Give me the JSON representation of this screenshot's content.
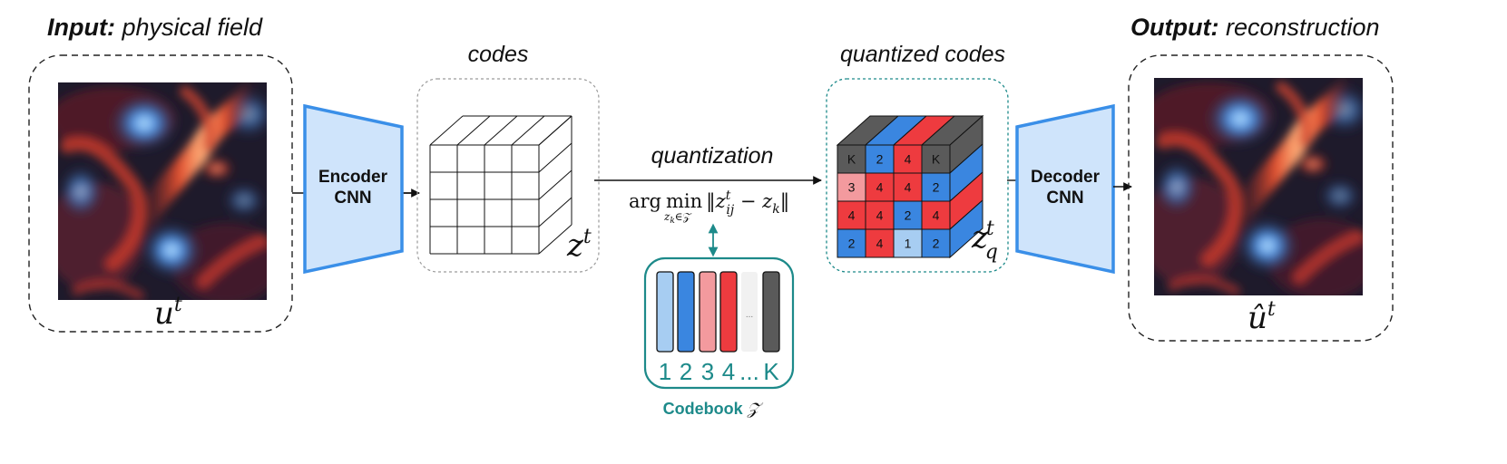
{
  "input": {
    "title_bold": "Input:",
    "title_rest": " physical field",
    "symbol_base": "u",
    "symbol_sup": "t"
  },
  "encoder": {
    "line1": "Encoder",
    "line2": "CNN"
  },
  "codes": {
    "label": "codes",
    "symbol_base": "z",
    "symbol_sup": "t",
    "grid_rows": 4,
    "grid_cols": 4
  },
  "quantization": {
    "label": "quantization",
    "formula_arg": "arg",
    "formula_min": "min",
    "formula_sub": "z",
    "formula_sub_k": "k",
    "formula_sub_in": "∈𝒵",
    "formula_norm_open": "‖",
    "formula_z": "z",
    "formula_sup": "t",
    "formula_sub_ij": "ij",
    "formula_minus": " − ",
    "formula_zk": "z",
    "formula_zk_sub": "k",
    "formula_norm_close": "‖"
  },
  "codebook": {
    "title": "Codebook",
    "symbol": "𝒵",
    "entries": [
      {
        "index": "1",
        "color": "#a7cdf2"
      },
      {
        "index": "2",
        "color": "#3a86e0"
      },
      {
        "index": "3",
        "color": "#f39a9e"
      },
      {
        "index": "4",
        "color": "#ee3b3f"
      },
      {
        "index": "...",
        "color": "#f1f1f1"
      },
      {
        "index": "K",
        "color": "#5a5a5a"
      }
    ],
    "accent": "#1d8a8a"
  },
  "quantized": {
    "label": "quantized codes",
    "symbol_base": "z",
    "symbol_sup": "t",
    "symbol_sub": "q",
    "front_grid": [
      [
        "K",
        "2",
        "4",
        "K"
      ],
      [
        "3",
        "4",
        "4",
        "2"
      ],
      [
        "4",
        "4",
        "2",
        "4"
      ],
      [
        "2",
        "4",
        "1",
        "2"
      ]
    ],
    "top_colors": [
      "#5a5a5a",
      "#3a86e0",
      "#ee3b3f",
      "#5a5a5a"
    ],
    "side_colors": [
      "#5a5a5a",
      "#3a86e0",
      "#ee3b3f",
      "#3a86e0"
    ],
    "accent": "#1d8a8a"
  },
  "decoder": {
    "line1": "Decoder",
    "line2": "CNN"
  },
  "output": {
    "title_bold": "Output:",
    "title_rest": " reconstruction",
    "symbol_base": "û",
    "symbol_sup": "t"
  },
  "colors": {
    "net_fill": "#cfe4fb",
    "net_stroke": "#3a8fe8",
    "arrow": "#111111"
  }
}
